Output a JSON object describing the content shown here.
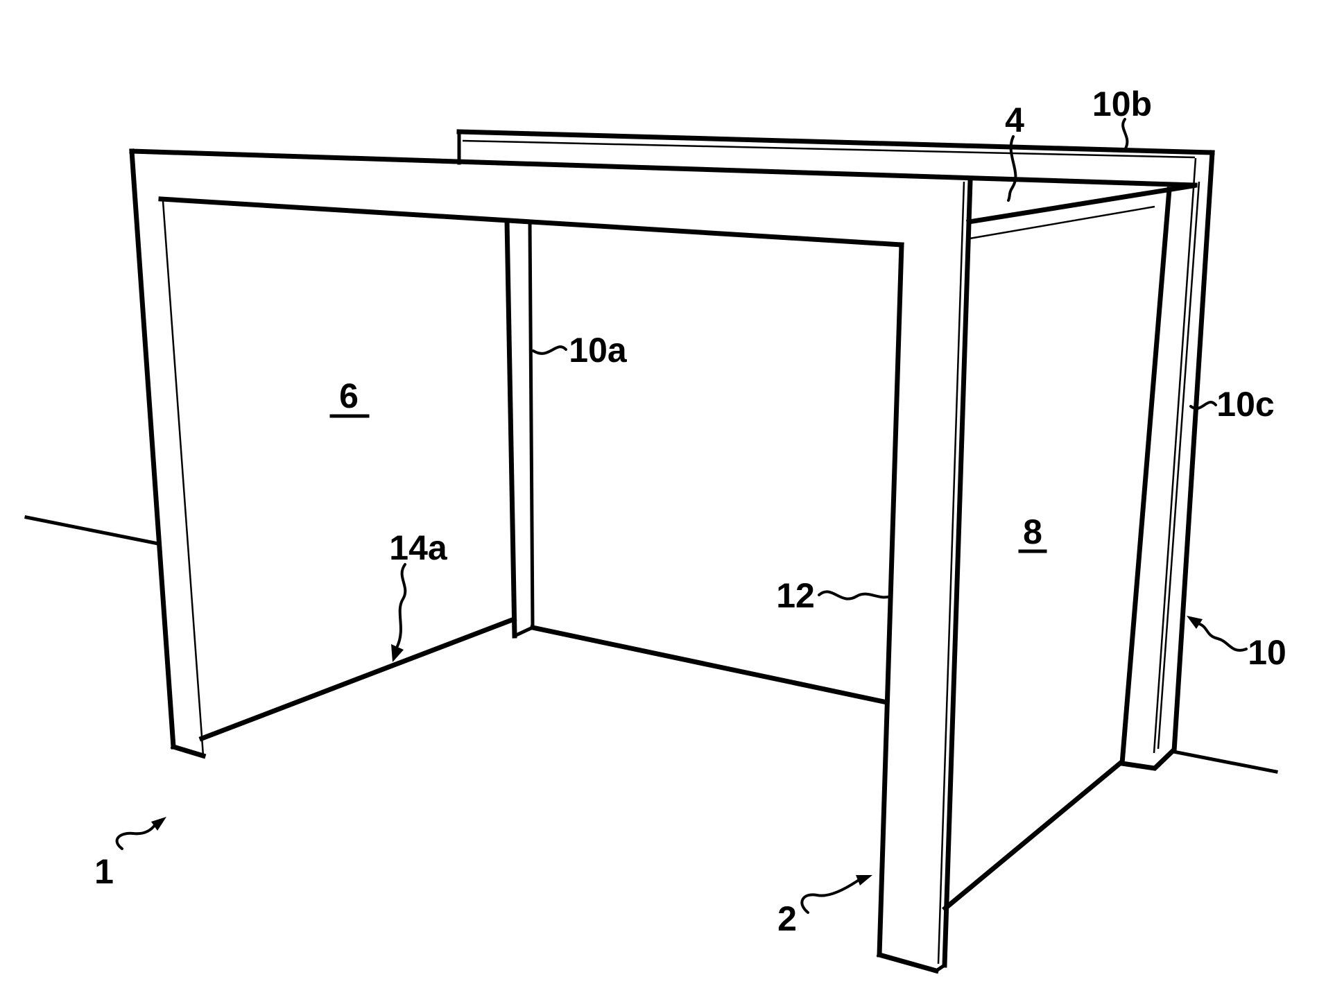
{
  "figure": {
    "background_color": "#ffffff",
    "line_color": "#000000",
    "labels": {
      "ref_1": "1",
      "ref_2": "2",
      "ref_4": "4",
      "ref_6": "6",
      "ref_8": "8",
      "ref_10": "10",
      "ref_10a": "10a",
      "ref_10b": "10b",
      "ref_10c": "10c",
      "ref_12": "12",
      "ref_14a": "14a"
    }
  }
}
